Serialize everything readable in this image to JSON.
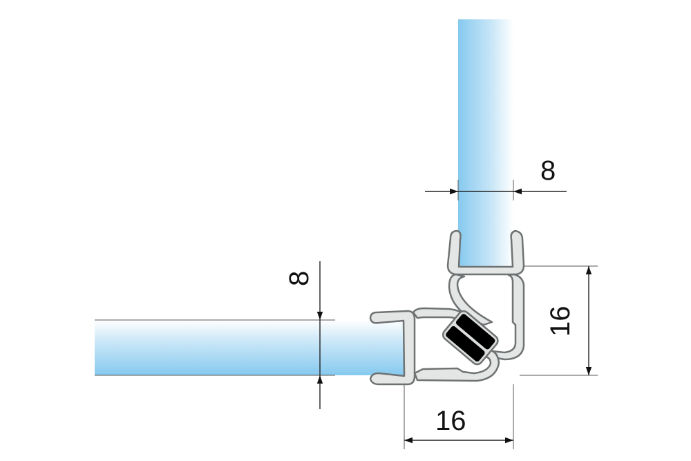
{
  "dimensions": {
    "vertical_glass_thickness": "8",
    "horizontal_glass_thickness": "8",
    "profile_height": "16",
    "profile_width": "16"
  },
  "colors": {
    "glass_blue": "#8fcdf0",
    "profile_gray": "#e4e6e6",
    "magnet": "#000000"
  }
}
